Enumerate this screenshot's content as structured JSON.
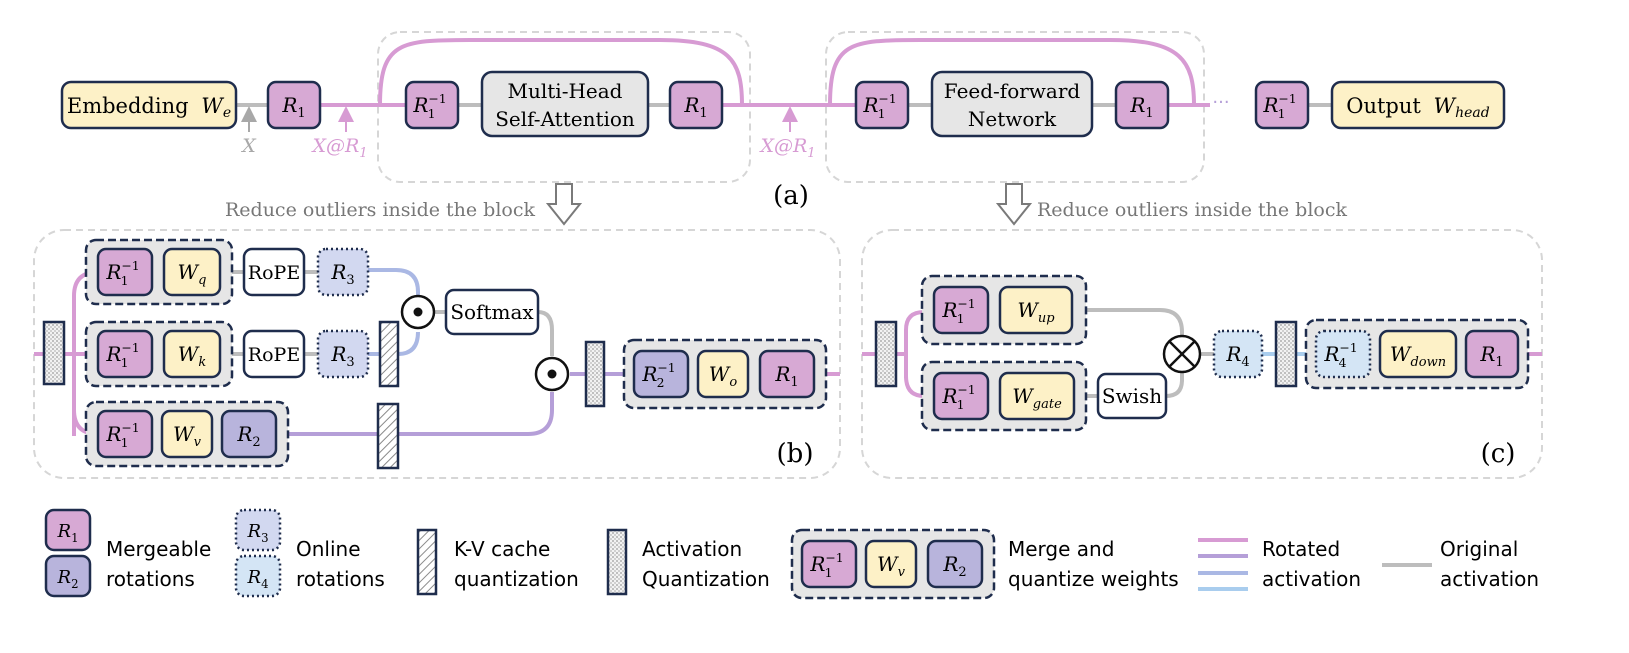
{
  "panels": {
    "a": "(a)",
    "b": "(b)",
    "c": "(c)"
  },
  "top": {
    "embedding": "Embedding",
    "embedding_sym": "W",
    "embedding_sub": "e",
    "mhsa_line1": "Multi-Head",
    "mhsa_line2": "Self-Attention",
    "ffn_line1": "Feed-forward",
    "ffn_line2": "Network",
    "ellipsis": "···",
    "output": "Output",
    "output_sym": "W",
    "output_sub": "head",
    "x_label": "X",
    "xr_label": "X@R",
    "xr_sub": "1"
  },
  "reduce_label": "Reduce outliers inside the block",
  "attn": {
    "rope": "RoPE",
    "softmax": "Softmax",
    "wq_sub": "q",
    "wk_sub": "k",
    "wv_sub": "v",
    "wo_sub": "o"
  },
  "ffn": {
    "wup_sub": "up",
    "wgate_sub": "gate",
    "wdown_sub": "down",
    "swish": "Swish"
  },
  "legend": {
    "mergeable": [
      "Mergeable",
      "rotations"
    ],
    "online": [
      "Online",
      "rotations"
    ],
    "kv": [
      "K-V cache",
      "quantization"
    ],
    "act": [
      "Activation",
      "Quantization"
    ],
    "merge": [
      "Merge and",
      "quantize weights"
    ],
    "rotated": [
      "Rotated",
      "activation"
    ],
    "original": [
      "Original",
      "activation"
    ]
  },
  "colors": {
    "r1": "#d7a9d4",
    "r2": "#b8b4dc",
    "r3": "#d2d8f0",
    "r4": "#d4e5f5",
    "weight": "#fdf1c7",
    "grey_box": "#e6e6e6",
    "stroke": "#1f2d4d",
    "rotated_pink": "#d79bd3",
    "rotated_purple": "#b59fd8",
    "rotated_blue": "#aab8e4",
    "rotated_light": "#a9cdee",
    "original": "#bdbdbd"
  }
}
